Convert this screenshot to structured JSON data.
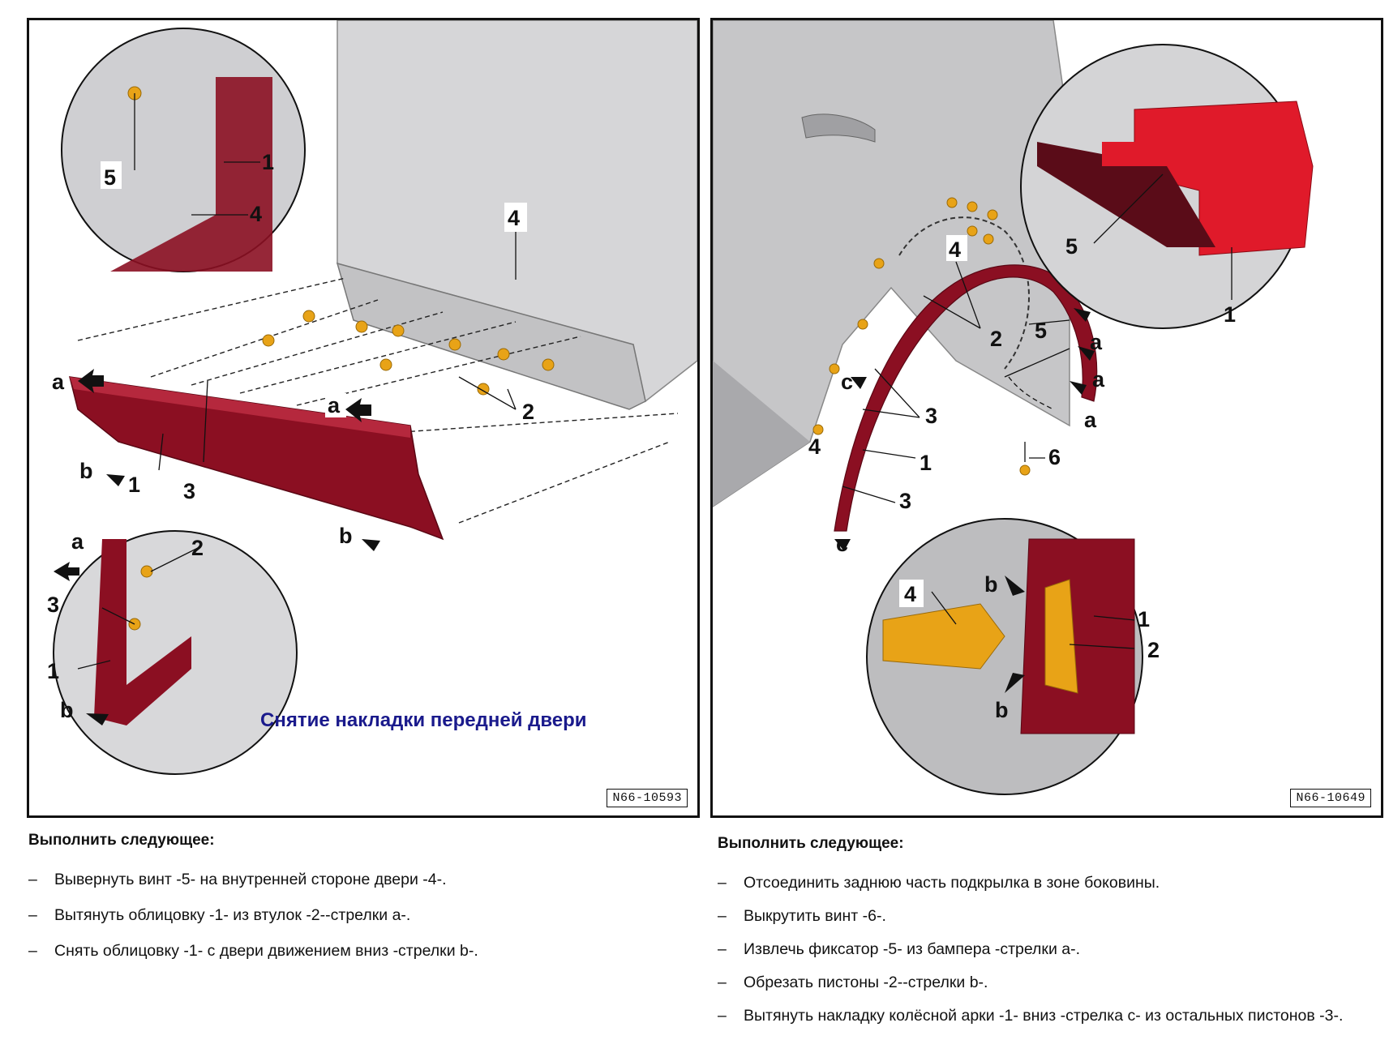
{
  "left_figure": {
    "caption": "Снятие накладки передней двери",
    "code": "N66-10593",
    "labels": {
      "l1": "1",
      "l4": "4",
      "l5": "5",
      "l4b": "4",
      "l2": "2",
      "l1b": "1",
      "l3": "3",
      "la": "a",
      "la2": "a",
      "lb": "b",
      "lb2": "b",
      "za": "a",
      "z2": "2",
      "z3": "3",
      "z1": "1",
      "zb": "b"
    }
  },
  "right_figure": {
    "code": "N66-10649",
    "labels": {
      "r4": "4",
      "r2": "2",
      "r5": "5",
      "ra1": "a",
      "ra2": "a",
      "ra3": "a",
      "rc1": "c",
      "rc2": "c",
      "r3a": "3",
      "r1": "1",
      "r3b": "3",
      "r4b": "4",
      "r6": "6",
      "u5": "5",
      "u1": "1",
      "d4": "4",
      "db1": "b",
      "db2": "b",
      "d1": "1",
      "d2": "2"
    }
  },
  "instructions_left": {
    "heading": "Выполнить следующее:",
    "steps": [
      "Вывернуть винт -5- на внутренней стороне двери -4-.",
      "Вытянуть облицовку -1- из втулок -2--стрелки a-.",
      "Снять облицовку -1- с двери движением вниз -стрелки b-."
    ]
  },
  "instructions_right": {
    "heading": "Выполнить следующее:",
    "steps": [
      "Отсоединить заднюю часть подкрылка в зоне боковины.",
      "Выкрутить винт -6-.",
      "Извлечь фиксатор -5- из бампера -стрелки a-.",
      "Обрезать пистоны -2--стрелки b-.",
      "Вытянуть накладку колёсной арки -1- вниз -стрелка c- из остальных пистонов -3-."
    ]
  },
  "colors": {
    "trim_red": "#8b0f22",
    "trim_red_light": "#b5283d",
    "clip_yellow": "#e8a317",
    "body_gray": "#c9c9c9",
    "caption_blue": "#1a1a8c"
  }
}
